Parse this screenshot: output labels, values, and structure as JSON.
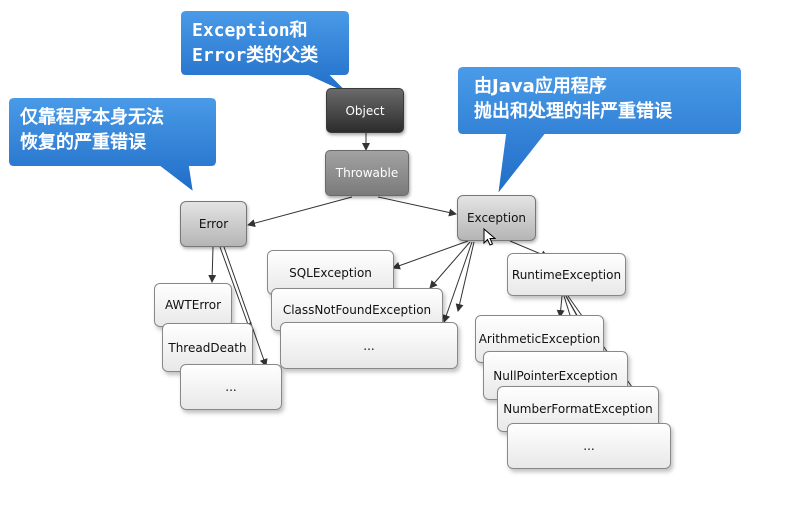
{
  "callouts": {
    "object_parent": [
      "Exception和",
      "Error类的父类"
    ],
    "error_desc": [
      "仅靠程序本身无法",
      "恢复的严重错误"
    ],
    "exception_desc": [
      "由Java应用程序",
      "抛出和处理的非严重错误"
    ]
  },
  "nodes": {
    "object": "Object",
    "throwable": "Throwable",
    "error": "Error",
    "exception": "Exception",
    "awt_error": "AWTError",
    "thread_death": "ThreadDeath",
    "error_more": "...",
    "sql_exception": "SQLException",
    "class_not_found": "ClassNotFoundException",
    "exception_more": "...",
    "runtime_exception": "RuntimeException",
    "arithmetic_exception": "ArithmeticException",
    "null_pointer_exception": "NullPointerException",
    "number_format_exception": "NumberFormatException",
    "runtime_more": "..."
  },
  "colors": {
    "callout_blue": "#2f7fd8",
    "arrow": "#333333"
  }
}
